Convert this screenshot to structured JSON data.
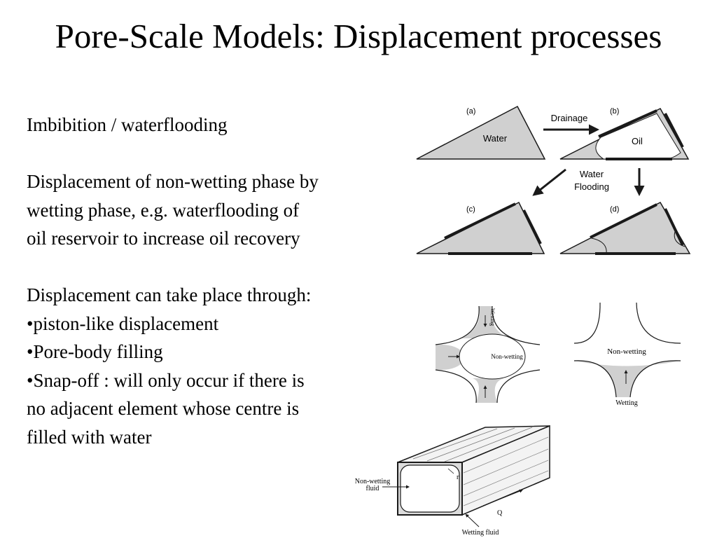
{
  "title": "Pore-Scale Models: Displacement processes",
  "body": {
    "heading": "Imbibition / waterflooding",
    "para1_lines": [
      "Displacement of non-wetting phase by",
      "wetting phase, e.g. waterflooding of",
      "oil reservoir to increase oil recovery"
    ],
    "para2_intro": "Displacement can take place through:",
    "bullets": [
      "•piston-like displacement",
      "•Pore-body filling",
      "•Snap-off : will only occur if there is"
    ],
    "bullet3_cont": [
      "no adjacent element whose centre is",
      "filled with water"
    ]
  },
  "figure1": {
    "panel_a": "(a)",
    "panel_b": "(b)",
    "panel_c": "(c)",
    "panel_d": "(d)",
    "water": "Water",
    "oil": "Oil",
    "drainage": "Drainage",
    "flooding_line1": "Water",
    "flooding_line2": "Flooding"
  },
  "figure2": {
    "left_nonwetting": "Non-wetting",
    "left_wetting": "Wetting",
    "right_nonwetting": "Non-wetting",
    "right_wetting": "Wetting"
  },
  "figure3": {
    "nonwetting_line1": "Non-wetting",
    "nonwetting_line2": "fluid",
    "wetting": "Wetting fluid",
    "r": "r",
    "q": "Q"
  },
  "colors": {
    "phase_fill": "#d0d0d0",
    "line": "#1a1a1a"
  }
}
